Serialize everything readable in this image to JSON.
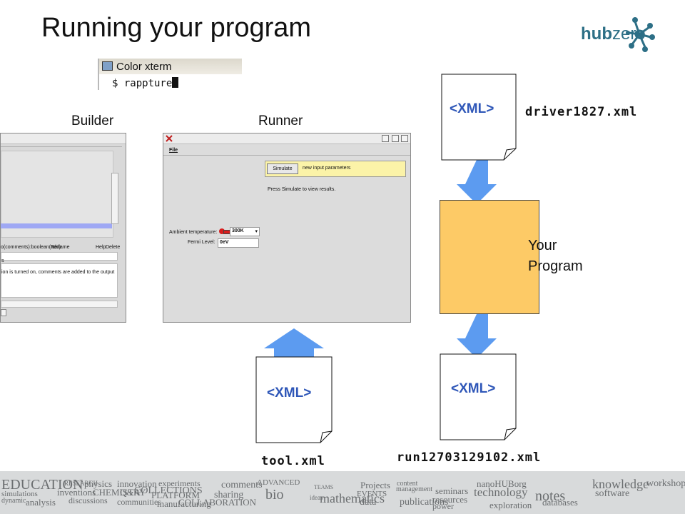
{
  "slide": {
    "title": "Running your program"
  },
  "logo": {
    "text_a": "hub",
    "text_b": "zero"
  },
  "xterm": {
    "title": "Color xterm",
    "command": "$ rappture"
  },
  "labels": {
    "builder": "Builder",
    "runner": "Runner",
    "your_program_line1": "Your",
    "your_program_line2": "Program"
  },
  "builder_window": {
    "status_text": "o(comments):boolean(add)",
    "rename": "Rename",
    "help": "Help",
    "delete": "Delete",
    "field_value": "s",
    "description": "ion is turned on, comments are added to the output"
  },
  "runner_window": {
    "menu_file": "File",
    "simulate_button": "Simulate",
    "notice": "new input parameters",
    "hint": "Press Simulate to view results.",
    "ambient_label": "Ambient temperature:",
    "ambient_value": "300K",
    "fermi_label": "Fermi Level:",
    "fermi_value": "0eV"
  },
  "documents": {
    "xml_tag": "<XML>",
    "tool_file": "tool.xml",
    "driver_file": "driver1827.xml",
    "run_file": "run12703129102.xml"
  },
  "colors": {
    "arrow": "#5c9bf0",
    "program": "#fdca66",
    "xml_text": "#2f57b8"
  },
  "banner_words": [
    "EDUCATION",
    "simulations",
    "dynamic",
    "analysis",
    "RESEARCH",
    "physics",
    "inventions",
    "CHEMISTRY",
    "discussions",
    "innovation",
    "Q&A",
    "COLLECTIONS",
    "experiments",
    "PLATFORM",
    "communities",
    "manufacturing",
    "COLLABORATION",
    "comments",
    "sharing",
    "ADVANCED",
    "bio",
    "TEAMS",
    "ideas",
    "mathematics",
    "Projects",
    "EVENTS",
    "data",
    "publications",
    "content",
    "management",
    "seminars",
    "resources",
    "nanoHUBorg",
    "technology",
    "power",
    "exploration",
    "notes",
    "databases",
    "knowledge",
    "software",
    "workshops"
  ]
}
